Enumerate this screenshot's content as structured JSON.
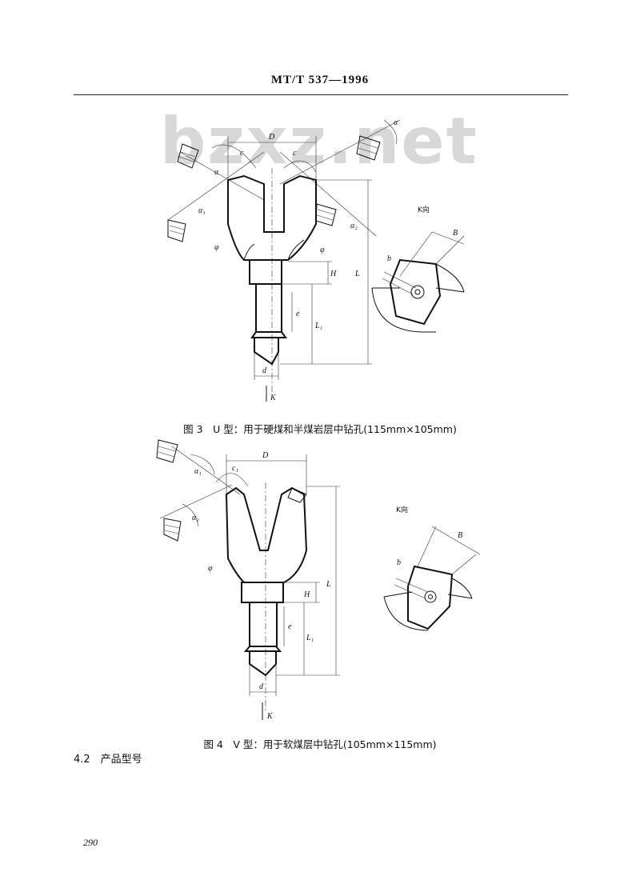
{
  "header": {
    "standard": "MT/T 537—1996"
  },
  "watermark": "bzxz.net",
  "figure3": {
    "caption": "图 3　U 型：用于硬煤和半煤岩层中钻孔(115mm×105mm)",
    "labels": {
      "D": "D",
      "c": "c",
      "alpha": "α",
      "alpha1": "α₁",
      "alpha2": "α₂",
      "phi": "φ",
      "H": "H",
      "L": "L",
      "L1": "L₁",
      "e": "e",
      "d": "d",
      "K": "K",
      "kview": "K向",
      "B": "B",
      "b": "b"
    }
  },
  "figure4": {
    "caption": "图 4　V 型：用于软煤层中钻孔(105mm×115mm)",
    "labels": {
      "D": "D",
      "c1": "c₁",
      "alpha1": "α₁",
      "alpha2": "α₂",
      "phi": "φ",
      "H": "H",
      "L": "L",
      "L1": "L₁",
      "e": "e",
      "d": "d",
      "K": "K",
      "kview": "K向",
      "B": "B",
      "b": "b"
    }
  },
  "section": {
    "label": "4.2　产品型号"
  },
  "footer": {
    "page_number": "290"
  }
}
